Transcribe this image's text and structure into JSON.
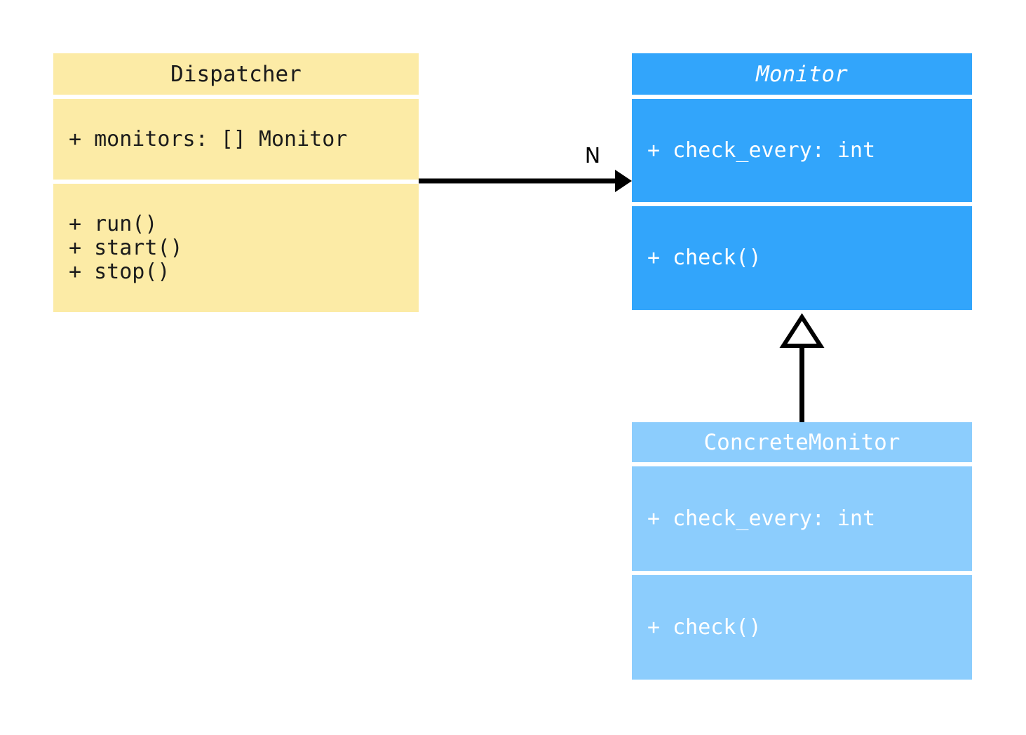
{
  "diagram": {
    "type": "uml-class-diagram",
    "background_color": "#ffffff",
    "classes": [
      {
        "id": "dispatcher",
        "name": "Dispatcher",
        "abstract": false,
        "fill_color": "#fceba6",
        "text_color": "#1b1b1b",
        "attributes": [
          "+ monitors: [] Monitor"
        ],
        "methods": [
          "+ run()",
          "+ start()",
          "+ stop()"
        ]
      },
      {
        "id": "monitor",
        "name": "Monitor",
        "abstract": true,
        "fill_color": "#32a5fb",
        "text_color": "#ffffff",
        "attributes": [
          "+ check_every: int"
        ],
        "methods": [
          "+ check()"
        ]
      },
      {
        "id": "concretemonitor",
        "name": "ConcreteMonitor",
        "abstract": false,
        "fill_color": "#8ccdfd",
        "text_color": "#ffffff",
        "attributes": [
          "+ check_every: int"
        ],
        "methods": [
          "+ check()"
        ]
      }
    ],
    "relationships": [
      {
        "id": "dispatcher-to-monitor",
        "kind": "association",
        "arrowhead": "solid-filled-triangle",
        "from": "Dispatcher",
        "to": "Monitor",
        "multiplicity_label": "N",
        "line_color": "#000000"
      },
      {
        "id": "concretemonitor-to-monitor",
        "kind": "generalization",
        "arrowhead": "hollow-triangle",
        "from": "ConcreteMonitor",
        "to": "Monitor",
        "multiplicity_label": "",
        "line_color": "#000000"
      }
    ]
  }
}
